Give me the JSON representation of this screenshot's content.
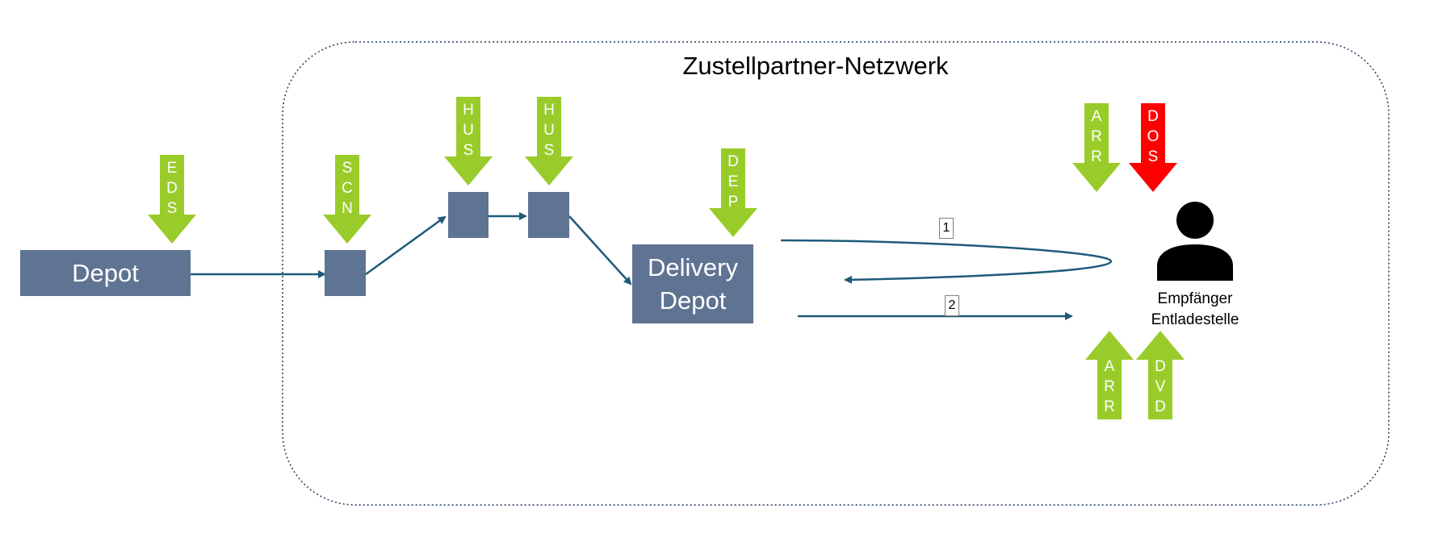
{
  "network": {
    "title": "Zustellpartner-Netzwerk"
  },
  "nodes": {
    "depot": "Depot",
    "delivery_depot_line1": "Delivery",
    "delivery_depot_line2": "Depot"
  },
  "recipient": {
    "line1": "Empfänger",
    "line2": "Entladestelle"
  },
  "paths": {
    "one": "1",
    "two": "2"
  },
  "status_arrows": [
    {
      "code": "EDS",
      "direction": "down",
      "color": "#99cc2a"
    },
    {
      "code": "SCN",
      "direction": "down",
      "color": "#99cc2a"
    },
    {
      "code": "HUS",
      "direction": "down",
      "color": "#99cc2a"
    },
    {
      "code": "HUS",
      "direction": "down",
      "color": "#99cc2a"
    },
    {
      "code": "DEP",
      "direction": "down",
      "color": "#99cc2a"
    },
    {
      "code": "ARR",
      "direction": "down",
      "color": "#99cc2a"
    },
    {
      "code": "DOS",
      "direction": "down",
      "color": "#ff0000"
    },
    {
      "code": "ARR",
      "direction": "up",
      "color": "#99cc2a"
    },
    {
      "code": "DVD",
      "direction": "up",
      "color": "#99cc2a"
    }
  ],
  "colors": {
    "box": "#5f7393",
    "connector": "#1f5a7a",
    "status_green": "#99cc2a",
    "status_red": "#ff0000"
  }
}
